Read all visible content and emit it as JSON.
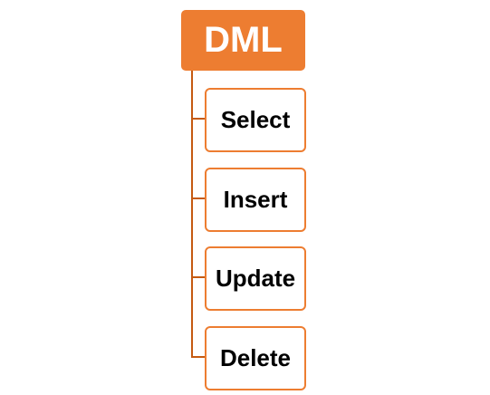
{
  "diagram": {
    "root": {
      "label": "DML"
    },
    "children": [
      {
        "label": "Select"
      },
      {
        "label": "Insert"
      },
      {
        "label": "Update"
      },
      {
        "label": "Delete"
      }
    ]
  },
  "colors": {
    "root_fill": "#ed7d31",
    "child_border": "#ed7d31",
    "connector": "#c55a11"
  }
}
